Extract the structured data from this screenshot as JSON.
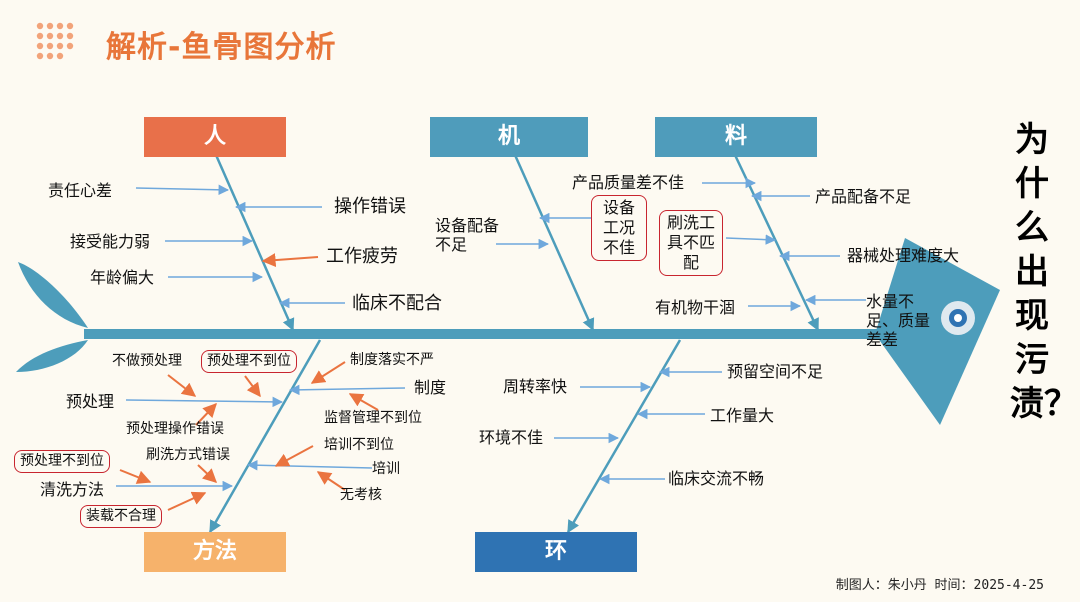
{
  "title": "解析-鱼骨图分析",
  "question": "为什么出现污渍？",
  "footer": "制图人：朱小丹 时间：2025-4-25",
  "categories": {
    "ren": "人",
    "ji": "机",
    "liao": "料",
    "fangfa": "方法",
    "huan": "环"
  },
  "colors": {
    "fish": "#4d9dbb",
    "cat_red": "#e8704a",
    "cat_teal": "#4f9cbb",
    "cat_orange": "#f6b26b",
    "cat_blue": "#2f73b3",
    "arrow_blue": "#6fa8dc",
    "arrow_orange": "#ea7440",
    "box_red": "#c8252f"
  },
  "causes": {
    "ren": [
      "责任心差",
      "操作错误",
      "接受能力弱",
      "工作疲劳",
      "年龄偏大",
      "临床不配合"
    ],
    "ji": [
      "设备配备不足",
      "设备工况不佳"
    ],
    "liao": [
      "产品质量差不佳",
      "产品配备不足",
      "刷洗工具不匹配",
      "器械处理难度大",
      "有机物干涸",
      "水量不足、质量差差"
    ],
    "fangfa": [
      "不做预处理",
      "预处理不到位",
      "制度落实不严",
      "制度",
      "预处理",
      "监督管理不到位",
      "预处理操作错误",
      "培训不到位",
      "预处理不到位",
      "刷洗方式错误",
      "培训",
      "清洗方法",
      "无考核",
      "装载不合理"
    ],
    "huan": [
      "预留空间不足",
      "周转率快",
      "工作量大",
      "环境不佳",
      "临床交流不畅"
    ]
  }
}
